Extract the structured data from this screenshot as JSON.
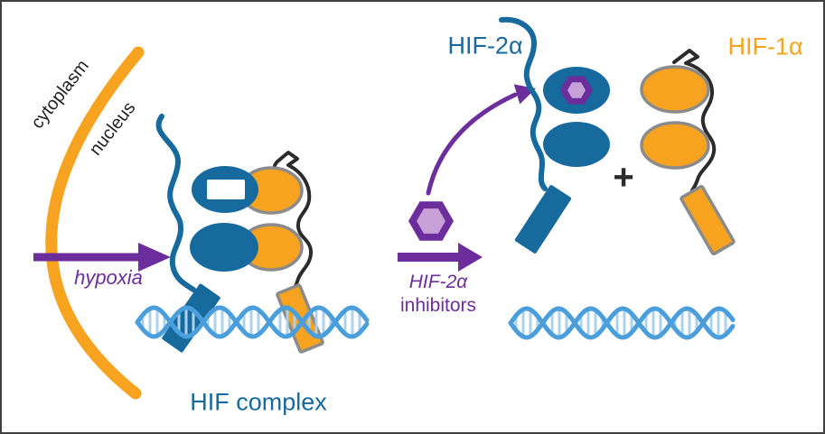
{
  "figure": {
    "regions": {
      "cytoplasm": "cytoplasm",
      "nucleus": "nucleus"
    },
    "left_panel": {
      "hypoxia_label": "hypoxia",
      "complex_label": "HIF complex"
    },
    "center_panel": {
      "inhibitor_line1": "HIF-2α",
      "inhibitor_line2": "inhibitors"
    },
    "right_panel": {
      "hif2a_label": "HIF-2α",
      "plus_sign": "+",
      "hif1a_label": "HIF-1α"
    }
  },
  "colors": {
    "blue": "#166a9e",
    "orange": "#f7a320",
    "purple": "#6c2e9c",
    "light_purple": "#c7a0d8",
    "outline_gray": "#8b8b8b",
    "dna_strand": "#4a9edb",
    "dna_rung": "#aad2ef",
    "ink_black": "#2b2b2b",
    "background": "#ffffff",
    "border": "#404040"
  }
}
